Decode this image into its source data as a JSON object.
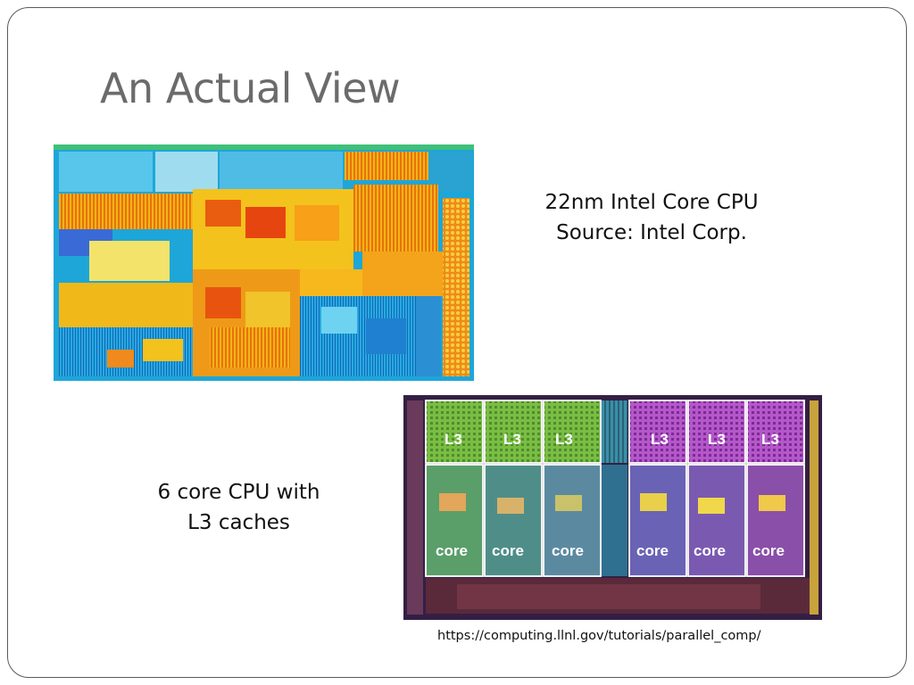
{
  "slide": {
    "title": "An Actual View",
    "caption_top": {
      "line1": "22nm Intel Core CPU",
      "line2": "Source: Intel Corp."
    },
    "caption_bottom": {
      "line1": "6 core CPU with",
      "line2": "L3 caches"
    },
    "source_url": "https://computing.llnl.gov/tutorials/parallel_comp/"
  },
  "die_image_2": {
    "l3_labels": [
      "L3",
      "L3",
      "L3",
      "L3",
      "L3",
      "L3"
    ],
    "core_labels": [
      "core",
      "core",
      "core",
      "core",
      "core",
      "core"
    ]
  },
  "colors": {
    "frame": "#5a5a5a",
    "title": "#6b6b6b"
  }
}
